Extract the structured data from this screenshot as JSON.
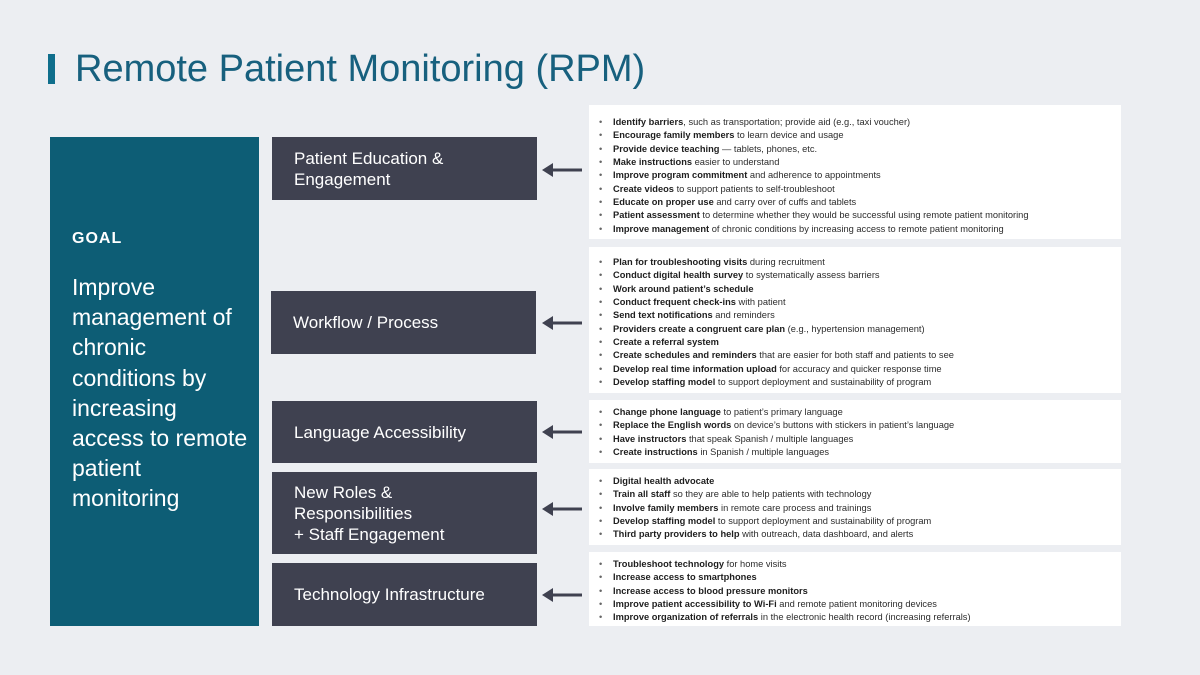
{
  "title": "Remote Patient Monitoring (RPM)",
  "goal": {
    "label": "GOAL",
    "text": "Improve management of chronic conditions by increasing access to remote patient monitoring"
  },
  "colors": {
    "title": "#17607e",
    "goal_panel": "#0d5d75",
    "category_box": "#3f4150",
    "arrow": "#3f4150",
    "background": "#eceef2"
  },
  "bullet_glyph": "•",
  "arrow_icon": "left-arrow-icon",
  "categories": [
    {
      "label": "Patient Education &\nEngagement",
      "items": [
        {
          "bold": "Identify barriers",
          "rest": ", such as transportation; provide aid (e.g., taxi voucher)"
        },
        {
          "bold": "Encourage family members",
          "rest": " to learn device and usage"
        },
        {
          "bold": "Provide device teaching",
          "rest": " — tablets, phones, etc."
        },
        {
          "bold": "Make instructions",
          "rest": " easier to understand"
        },
        {
          "bold": "Improve program commitment",
          "rest": " and adherence to appointments"
        },
        {
          "bold": "Create videos",
          "rest": " to support patients to self-troubleshoot"
        },
        {
          "bold": "Educate on proper use",
          "rest": " and carry over of cuffs and tablets"
        },
        {
          "bold": "Patient assessment",
          "rest": " to determine whether they would be successful using remote patient monitoring"
        },
        {
          "bold": "Improve management",
          "rest": " of chronic conditions by increasing access to remote patient monitoring"
        }
      ]
    },
    {
      "label": "Workflow / Process",
      "items": [
        {
          "bold": "Plan for troubleshooting visits",
          "rest": " during recruitment"
        },
        {
          "bold": "Conduct digital health survey",
          "rest": " to systematically assess barriers"
        },
        {
          "bold": "Work around patient’s schedule",
          "rest": ""
        },
        {
          "bold": "Conduct frequent check-ins",
          "rest": " with patient"
        },
        {
          "bold": "Send text notifications",
          "rest": " and reminders"
        },
        {
          "bold": "Providers create a congruent care plan",
          "rest": " (e.g., hypertension management)"
        },
        {
          "bold": "Create a referral system",
          "rest": ""
        },
        {
          "bold": "Create schedules and reminders",
          "rest": " that are easier for both staff and patients to see"
        },
        {
          "bold": "Develop real time information upload",
          "rest": " for accuracy and quicker response time"
        },
        {
          "bold": "Develop staffing model",
          "rest": " to support deployment and sustainability of program"
        }
      ]
    },
    {
      "label": "Language Accessibility",
      "items": [
        {
          "bold": "Change phone language",
          "rest": " to patient’s primary language"
        },
        {
          "bold": "Replace the English words",
          "rest": " on device’s buttons with stickers in patient’s language"
        },
        {
          "bold": "Have instructors",
          "rest": " that speak Spanish / multiple languages"
        },
        {
          "bold": "Create instructions",
          "rest": " in Spanish / multiple languages"
        }
      ]
    },
    {
      "label": "New Roles &\nResponsibilities\n+ Staff Engagement",
      "items": [
        {
          "bold": "Digital health advocate",
          "rest": ""
        },
        {
          "bold": "Train all staff",
          "rest": " so they are able to help patients with technology"
        },
        {
          "bold": "Involve family members",
          "rest": " in remote care process and trainings"
        },
        {
          "bold": "Develop staffing model",
          "rest": " to support deployment and sustainability of program"
        },
        {
          "bold": "Third party providers to help",
          "rest": " with outreach, data dashboard, and alerts"
        }
      ]
    },
    {
      "label": "Technology Infrastructure",
      "items": [
        {
          "bold": "Troubleshoot technology",
          "rest": " for home visits"
        },
        {
          "bold": "Increase access to smartphones",
          "rest": ""
        },
        {
          "bold": "Increase access to blood pressure monitors",
          "rest": ""
        },
        {
          "bold": "Improve patient accessibility to Wi-Fi",
          "rest": " and remote patient monitoring devices"
        },
        {
          "bold": "Improve organization of referrals",
          "rest": " in the electronic health record (increasing referrals)"
        }
      ]
    }
  ]
}
